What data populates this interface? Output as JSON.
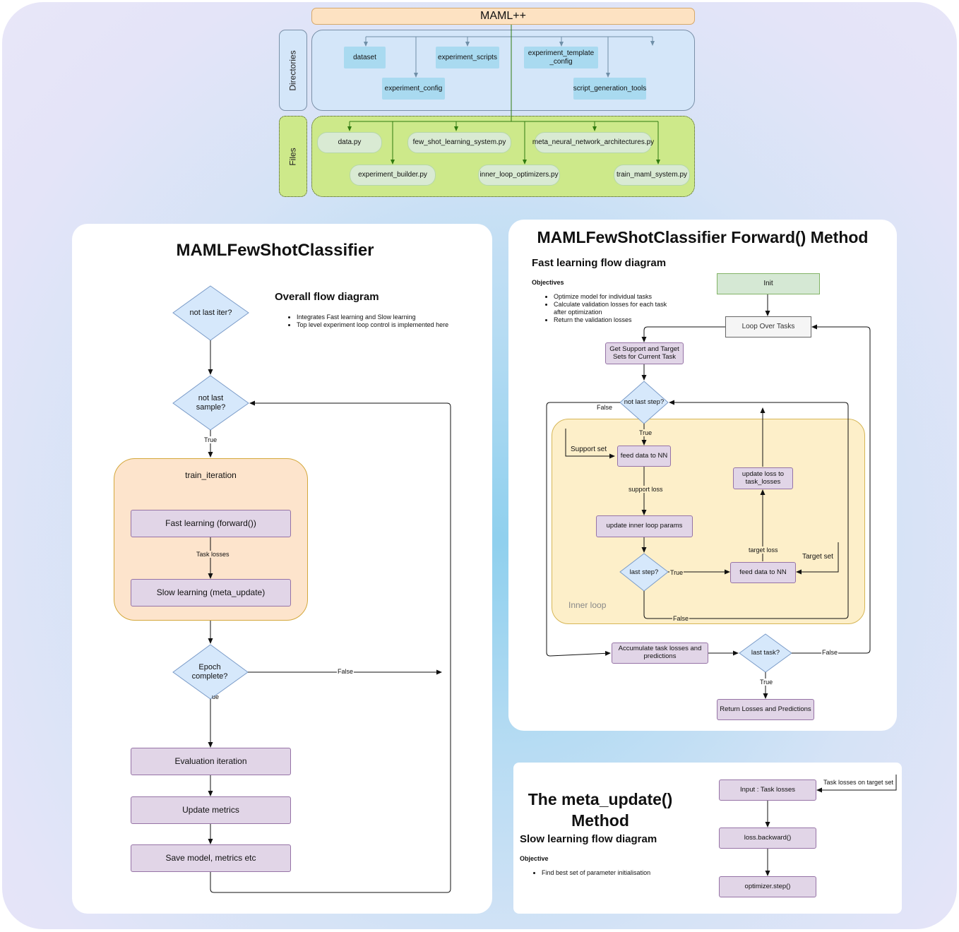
{
  "structure": {
    "root_title": "MAML++",
    "directories_label": "Directories",
    "files_label": "Files",
    "directories": [
      "dataset",
      "experiment_scripts",
      "experiment_template\n_config",
      "experiment_config",
      "script_generation_tools"
    ],
    "files": [
      "data.py",
      "few_shot_learning_system.py",
      "meta_neural_network_architectures.py",
      "experiment_builder.py",
      "inner_loop_optimizers.py",
      "train_maml_system.py"
    ]
  },
  "classifier": {
    "title": "MAMLFewShotClassifier",
    "subtitle": "Overall flow diagram",
    "bullets": [
      "Integrates Fast learning and Slow learning",
      "Top level experiment loop control is implemented here"
    ],
    "d_not_last_iter": "not last iter?",
    "d_not_last_sample": "not last\nsample?",
    "true_label": "True",
    "group_title": "train_iteration",
    "fast_learning": "Fast learning (forward())",
    "task_losses": "Task losses",
    "slow_learning": "Slow learning (meta_update)",
    "d_epoch": "Epoch\ncomplete?",
    "false_label": "False",
    "true_fragment": "ue",
    "evaluation": "Evaluation iteration",
    "update_metrics": "Update metrics",
    "save_model": "Save model, metrics etc"
  },
  "forward": {
    "title": "MAMLFewShotClassifier Forward() Method",
    "subtitle": "Fast learning flow diagram",
    "objectives_heading": "Objectives",
    "objectives": [
      "Optimize model for individual tasks",
      "Calculate validation losses for each task after optimization",
      "Return the validation losses"
    ],
    "init": "Init",
    "loop_over_tasks": "Loop Over Tasks",
    "get_sets": "Get Support and Target Sets for Current Task",
    "d_not_last_step": "not last step?",
    "false_label": "False",
    "true_label": "True",
    "support_set": "Support set",
    "feed_nn_1": "feed data to NN",
    "support_loss": "support loss",
    "update_inner": "update inner loop params",
    "d_last_step": "last step?",
    "true_label_2": "True",
    "feed_nn_2": "feed data to NN",
    "target_set": "Target set",
    "target_loss": "target loss",
    "update_loss": "update loss to task_losses",
    "inner_loop": "Inner loop",
    "false_label_2": "False",
    "accumulate": "Accumulate task losses and predictions",
    "d_last_task": "last task?",
    "false_label_3": "False",
    "true_label_3": "True",
    "return_losses": "Return Losses and Predictions"
  },
  "meta_update": {
    "title": "The meta_update() Method",
    "subtitle": "Slow learning flow diagram",
    "objective_heading": "Objective",
    "objectives": [
      "Find best set of parameter initialisation"
    ],
    "input": "Input : Task losses",
    "task_losses_target": "Task losses on target set",
    "backward": "loss.backward()",
    "step": "optimizer.step()"
  },
  "colors": {
    "background_outer": "#e8e6f8",
    "background_center": "#8fd0ee",
    "title_bar": "#fde2c2",
    "directories_fill": "#d4e6f9",
    "directory_node": "#a9daf0",
    "files_fill": "#cde98a",
    "file_node": "#d9ead3",
    "decision_fill": "#d6e8fb",
    "process_fill": "#e1d5e7",
    "train_iteration_fill": "#fde4cc",
    "inner_loop_fill": "#fdefc9",
    "init_fill": "#d5e8d4"
  }
}
